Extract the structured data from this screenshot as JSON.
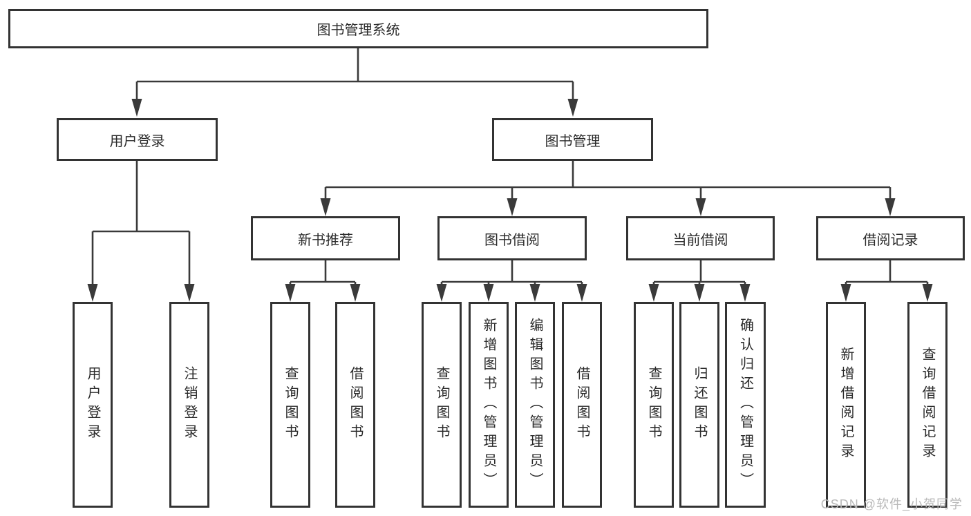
{
  "diagram": {
    "root": {
      "label": "图书管理系统"
    },
    "branches": [
      {
        "label": "用户登录",
        "children": [
          {
            "label": "用户登录"
          },
          {
            "label": "注销登录"
          }
        ]
      },
      {
        "label": "图书管理",
        "sections": [
          {
            "label": "新书推荐",
            "children": [
              {
                "label": "查询图书"
              },
              {
                "label": "借阅图书"
              }
            ]
          },
          {
            "label": "图书借阅",
            "children": [
              {
                "label": "查询图书"
              },
              {
                "label": "新增图书（管理员）"
              },
              {
                "label": "编辑图书（管理员）"
              },
              {
                "label": "借阅图书"
              }
            ]
          },
          {
            "label": "当前借阅",
            "children": [
              {
                "label": "查询图书"
              },
              {
                "label": "归还图书"
              },
              {
                "label": "确认归还（管理员）"
              }
            ]
          },
          {
            "label": "借阅记录",
            "children": [
              {
                "label": "新增借阅记录"
              },
              {
                "label": "查询借阅记录"
              }
            ]
          }
        ]
      }
    ]
  },
  "watermark": "CSDN @软件_小贺同学",
  "colors": {
    "line": "#3a3a3a",
    "box_border": "#333333",
    "text": "#2b2b2b",
    "background": "#ffffff",
    "watermark": "#b9b9b9"
  }
}
